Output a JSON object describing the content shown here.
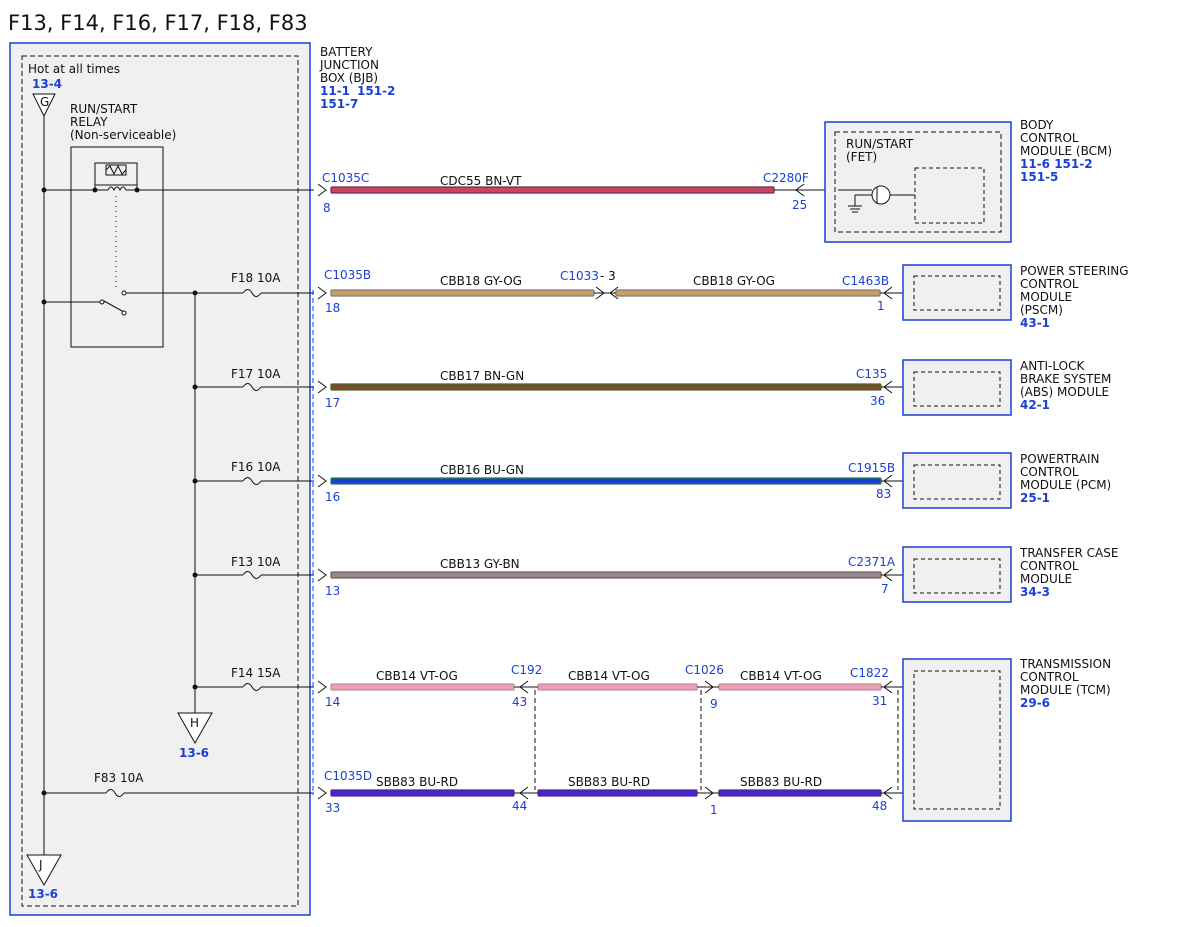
{
  "title": "F13, F14, F16, F17, F18, F83",
  "bjb": {
    "name_lines": [
      "BATTERY",
      "JUNCTION",
      "BOX (BJB)"
    ],
    "refs_line1": [
      "11-1",
      "151-2"
    ],
    "refs_line2": "151-7",
    "hot_label": "Hot at all times",
    "top_ref": "13-4",
    "g_symbol": "G",
    "h_symbol": "H",
    "h_ref": "13-6",
    "j_symbol": "J",
    "j_ref": "13-6",
    "relay_lines": [
      "RUN/START",
      "RELAY",
      "(Non-serviceable)"
    ]
  },
  "fuses": [
    {
      "label": "F18  10A"
    },
    {
      "label": "F17  10A"
    },
    {
      "label": "F16  10A"
    },
    {
      "label": "F13  10A"
    },
    {
      "label": "F14  15A"
    },
    {
      "label": "F83  10A"
    }
  ],
  "circuits": [
    {
      "conn_left": "C1035C",
      "pin_left": "8",
      "segments": [
        {
          "wire": "CDC55  BN-VT",
          "color": "#c8455a",
          "stripe": "#6a2a6a"
        }
      ],
      "conn_right": "C2280F",
      "pin_right": "25"
    },
    {
      "conn_left": "C1035B",
      "pin_left": "18",
      "mid_connector": "C1033",
      "mid_suffix": " - 3",
      "segments": [
        {
          "wire": "CBB18  GY-OG",
          "color": "#c8a060",
          "stripe": "#7a7a8a"
        },
        {
          "wire": "CBB18  GY-OG",
          "color": "#c8a060",
          "stripe": "#7a7a8a"
        }
      ],
      "conn_right": "C1463B",
      "pin_right": "1"
    },
    {
      "conn_left": "",
      "pin_left": "17",
      "segments": [
        {
          "wire": "CBB17  BN-GN",
          "color": "#7a4a2a",
          "stripe": "#4a6a2a"
        }
      ],
      "conn_right": "C135",
      "pin_right": "36"
    },
    {
      "conn_left": "",
      "pin_left": "16",
      "segments": [
        {
          "wire": "CBB16  BU-GN",
          "color": "#1a3fd6",
          "stripe": "#2a7a4a"
        }
      ],
      "conn_right": "C1915B",
      "pin_right": "83"
    },
    {
      "conn_left": "",
      "pin_left": "13",
      "segments": [
        {
          "wire": "CBB13  GY-BN",
          "color": "#8a8a9a",
          "stripe": "#8a5a3a"
        }
      ],
      "conn_right": "C2371A",
      "pin_right": "7"
    },
    {
      "conn_left": "",
      "pin_left": "14",
      "segments": [
        {
          "wire": "CBB14  VT-OG",
          "color": "#e8a0b4",
          "stripe": "#c88a9a"
        },
        {
          "wire": "CBB14  VT-OG",
          "color": "#e8a0b4",
          "stripe": "#c88a9a"
        },
        {
          "wire": "CBB14  VT-OG",
          "color": "#e8a0b4",
          "stripe": "#c88a9a"
        }
      ],
      "inline": [
        {
          "name": "C192",
          "pin_a": "43"
        },
        {
          "name": "C1026",
          "pin_b": "9"
        }
      ],
      "conn_right": "C1822",
      "pin_right": "31"
    },
    {
      "conn_left": "C1035D",
      "pin_left": "33",
      "segments": [
        {
          "wire": "SBB83  BU-RD",
          "color": "#3a2ad6",
          "stripe": "#6a1a7a"
        },
        {
          "wire": "SBB83  BU-RD",
          "color": "#3a2ad6",
          "stripe": "#6a1a7a"
        },
        {
          "wire": "SBB83  BU-RD",
          "color": "#3a2ad6",
          "stripe": "#6a1a7a"
        }
      ],
      "inline": [
        {
          "pin_a": "44"
        },
        {
          "pin_b": "1"
        }
      ],
      "conn_right": "",
      "pin_right": "48"
    }
  ],
  "modules": [
    {
      "lines": [
        "BODY",
        "CONTROL",
        "MODULE (BCM)"
      ],
      "refs": [
        "11-6  151-2",
        "151-5"
      ],
      "inner_lines": [
        "RUN/START",
        "(FET)"
      ]
    },
    {
      "lines": [
        "POWER STEERING",
        "CONTROL",
        "MODULE",
        "(PSCM)"
      ],
      "refs": [
        "43-1"
      ]
    },
    {
      "lines": [
        "ANTI-LOCK",
        "BRAKE SYSTEM",
        "(ABS) MODULE"
      ],
      "refs": [
        "42-1"
      ]
    },
    {
      "lines": [
        "POWERTRAIN",
        "CONTROL",
        "MODULE (PCM)"
      ],
      "refs": [
        "25-1"
      ]
    },
    {
      "lines": [
        "TRANSFER CASE",
        "CONTROL",
        "MODULE"
      ],
      "refs": [
        "34-3"
      ]
    },
    {
      "lines": [
        "TRANSMISSION",
        "CONTROL",
        "MODULE (TCM)"
      ],
      "refs": [
        "29-6"
      ]
    }
  ]
}
